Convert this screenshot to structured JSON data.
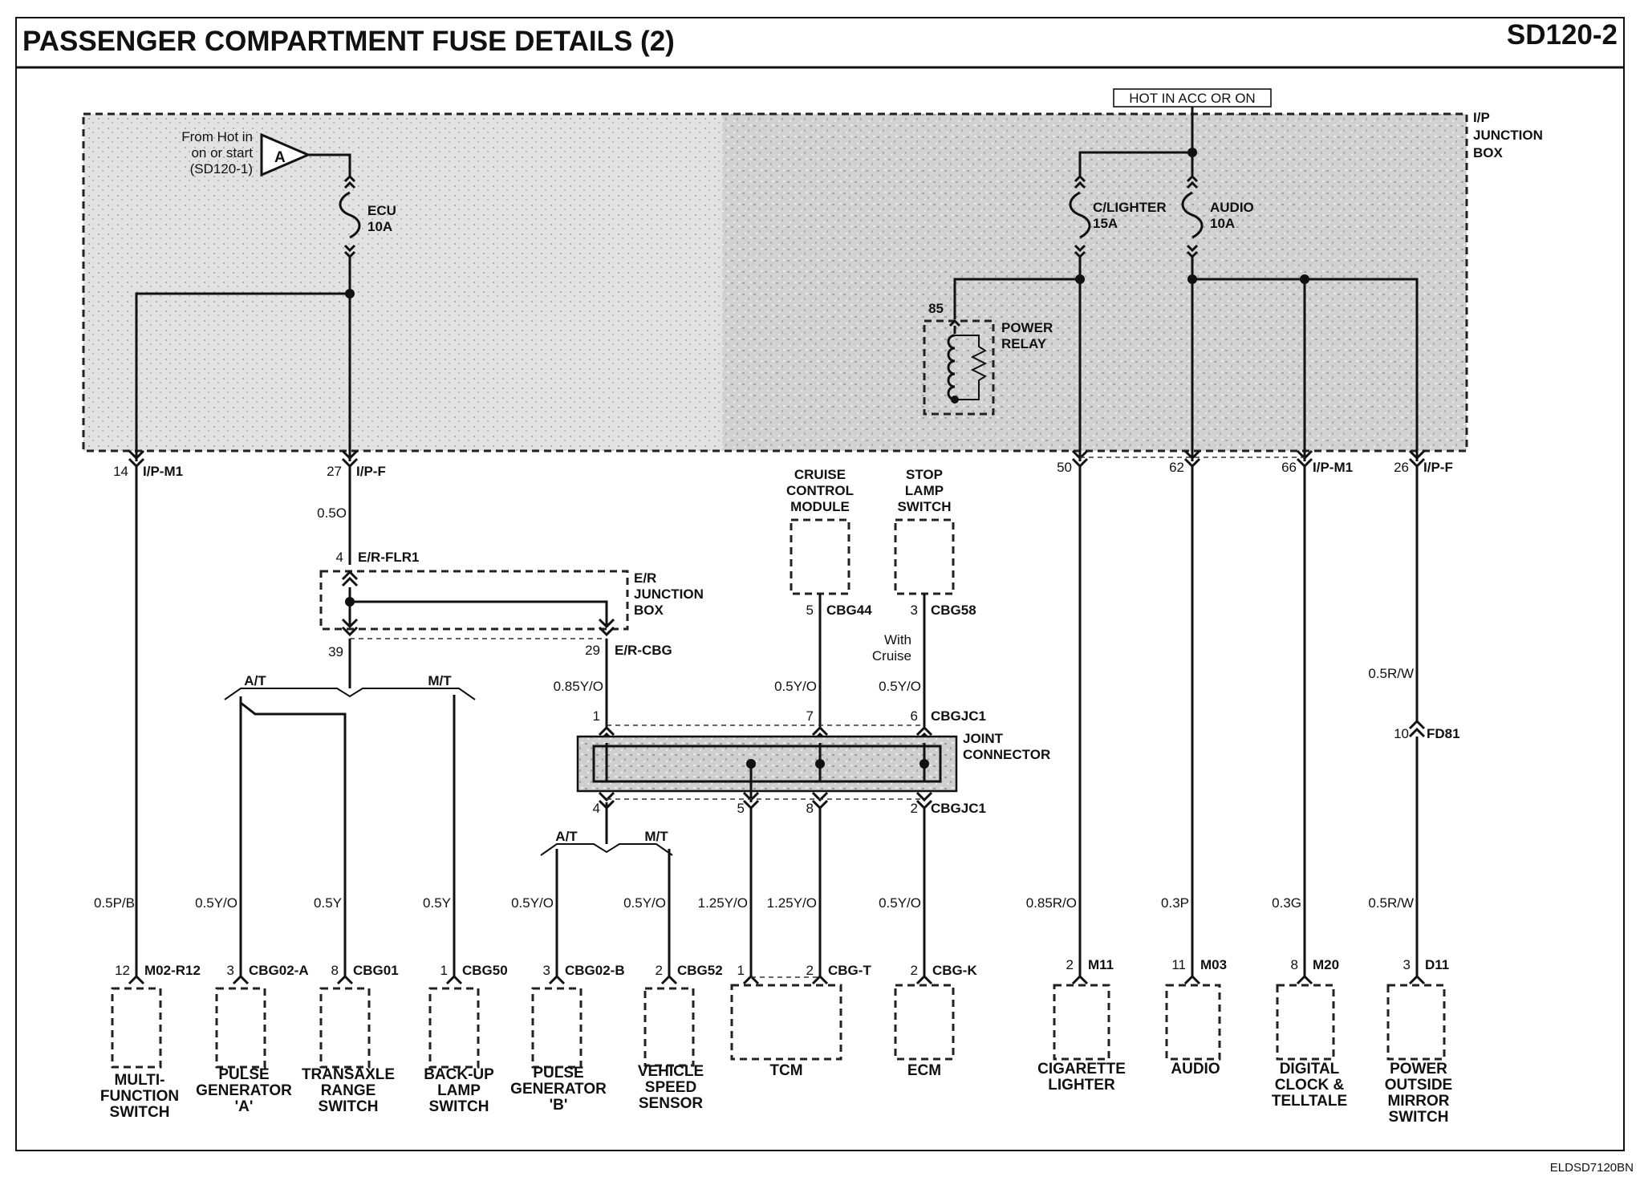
{
  "header": {
    "title": "PASSENGER COMPARTMENT FUSE DETAILS (2)",
    "page_code": "SD120-2"
  },
  "footer": {
    "code": "ELDSD7120BN"
  },
  "power_source": "HOT IN ACC OR ON",
  "ip_junction_box": {
    "label_1": "I/P",
    "label_2": "JUNCTION",
    "label_3": "BOX"
  },
  "from_hot": {
    "line_1": "From Hot in",
    "line_2": "on or start",
    "line_3": "(SD120-1)",
    "symbol": "A"
  },
  "fuses": {
    "ecu": {
      "name": "ECU",
      "rating": "10A"
    },
    "clighter": {
      "name": "C/LIGHTER",
      "rating": "15A"
    },
    "audio": {
      "name": "AUDIO",
      "rating": "10A"
    }
  },
  "power_relay": {
    "line_1": "POWER",
    "line_2": "RELAY",
    "pin": "85"
  },
  "ip_connectors": {
    "c14": {
      "pin": "14",
      "name": "I/P-M1"
    },
    "c27": {
      "pin": "27",
      "name": "I/P-F"
    },
    "c50": {
      "pin": "50"
    },
    "c62": {
      "pin": "62"
    },
    "c66": {
      "pin": "66",
      "name": "I/P-M1"
    },
    "c26": {
      "pin": "26",
      "name": "I/P-F"
    }
  },
  "er_junction_box": {
    "label_1": "E/R",
    "label_2": "JUNCTION",
    "label_3": "BOX",
    "in_pin": "4",
    "in_name": "E/R-FLR1",
    "out_39": "39",
    "out_29": "29",
    "out_29_name": "E/R-CBG"
  },
  "wire_colors": {
    "w_05o": "0.5O",
    "w_085yo_top": "0.85Y/O",
    "w_05yo_cbg44": "0.5Y/O",
    "w_05yo_cbg58": "0.5Y/O",
    "w_05rw_upper": "0.5R/W",
    "w_05pb": "0.5P/B",
    "w_05yo_pga": "0.5Y/O",
    "w_05y_tr": "0.5Y",
    "w_05y_bu": "0.5Y",
    "w_05yo_pgb": "0.5Y/O",
    "w_05yo_vss": "0.5Y/O",
    "w_125yo_a": "1.25Y/O",
    "w_125yo_b": "1.25Y/O",
    "w_05yo_ecm": "0.5Y/O",
    "w_085ro": "0.85R/O",
    "w_03p": "0.3P",
    "w_03g": "0.3G",
    "w_05rw_lower": "0.5R/W"
  },
  "branches": {
    "at_1": "A/T",
    "mt_1": "M/T",
    "at_2": "A/T",
    "mt_2": "M/T"
  },
  "cruise_module": {
    "line_1": "CRUISE",
    "line_2": "CONTROL",
    "line_3": "MODULE",
    "pin": "5",
    "connector": "CBG44"
  },
  "stop_lamp": {
    "line_1": "STOP",
    "line_2": "LAMP",
    "line_3": "SWITCH",
    "pin": "3",
    "connector": "CBG58"
  },
  "with_cruise": {
    "line_1": "With",
    "line_2": "Cruise"
  },
  "joint_connector": {
    "label_1": "JOINT",
    "label_2": "CONNECTOR",
    "top_name": "CBGJC1",
    "bottom_name": "CBGJC1",
    "pin_1": "1",
    "pin_7": "7",
    "pin_6": "6",
    "pin_4": "4",
    "pin_5": "5",
    "pin_8": "8",
    "pin_2": "2"
  },
  "fd81": {
    "pin": "10",
    "name": "FD81"
  },
  "components": {
    "multi_function": {
      "pin": "12",
      "connector": "M02-R12",
      "line_1": "MULTI-",
      "line_2": "FUNCTION",
      "line_3": "SWITCH"
    },
    "pulse_gen_a": {
      "pin": "3",
      "connector": "CBG02-A",
      "line_1": "PULSE",
      "line_2": "GENERATOR",
      "line_3": "'A'"
    },
    "transaxle": {
      "pin": "8",
      "connector": "CBG01",
      "line_1": "TRANSAXLE",
      "line_2": "RANGE",
      "line_3": "SWITCH"
    },
    "backup_lamp": {
      "pin": "1",
      "connector": "CBG50",
      "line_1": "BACK-UP",
      "line_2": "LAMP",
      "line_3": "SWITCH"
    },
    "pulse_gen_b": {
      "pin": "3",
      "connector": "CBG02-B",
      "line_1": "PULSE",
      "line_2": "GENERATOR",
      "line_3": "'B'"
    },
    "vss": {
      "pin": "2",
      "connector": "CBG52",
      "line_1": "VEHICLE",
      "line_2": "SPEED",
      "line_3": "SENSOR"
    },
    "tcm": {
      "pin_a": "1",
      "pin_b": "2",
      "connector": "CBG-T",
      "line_1": "TCM"
    },
    "ecm": {
      "pin": "2",
      "connector": "CBG-K",
      "line_1": "ECM"
    },
    "cig_lighter": {
      "pin": "2",
      "connector": "M11",
      "line_1": "CIGARETTE",
      "line_2": "LIGHTER"
    },
    "audio": {
      "pin": "11",
      "connector": "M03",
      "line_1": "AUDIO"
    },
    "digital_clock": {
      "pin": "8",
      "connector": "M20",
      "line_1": "DIGITAL",
      "line_2": "CLOCK &",
      "line_3": "TELLTALE"
    },
    "mirror_switch": {
      "pin": "3",
      "connector": "D11",
      "line_1": "POWER",
      "line_2": "OUTSIDE",
      "line_3": "MIRROR",
      "line_4": "SWITCH"
    }
  }
}
